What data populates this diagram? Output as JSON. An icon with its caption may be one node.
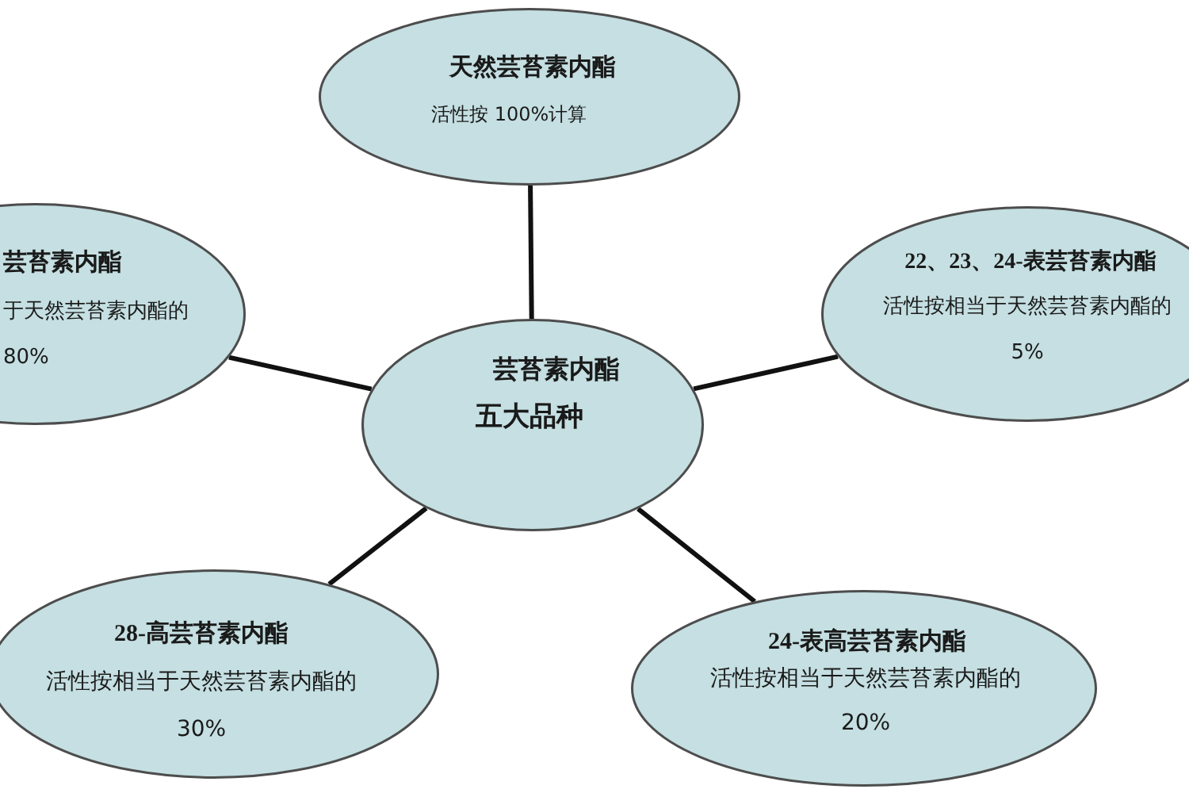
{
  "diagram": {
    "nodes": [
      {
        "text": [
          "天然芸苔素内酯",
          "活性按 100%计算"
        ]
      },
      {
        "text": [
          "芸苔素内酯",
          "于天然芸苔素内酯的80%"
        ]
      },
      {
        "text": [
          "芸苔素内酯",
          "五大品种"
        ]
      },
      {
        "text": [
          "22、23、24-表芸苔素内酯",
          "活性按相当于天然芸苔素内酯的5%"
        ]
      },
      {
        "text": [
          "28-高芸苔素内酯",
          "活性按相当于天然芸苔素内酯的30%"
        ]
      },
      {
        "text": [
          "24-表高芸苔素内酯",
          "活性按相当于天然芸苔素内酯的20%"
        ]
      }
    ],
    "edges": [
      {
        "from": 2,
        "to": 0,
        "arrow": "none"
      },
      {
        "from": 2,
        "to": 1,
        "arrow": "none"
      },
      {
        "from": 2,
        "to": 3,
        "arrow": "none"
      },
      {
        "from": 2,
        "to": 4,
        "arrow": "none"
      },
      {
        "from": 2,
        "to": 5,
        "arrow": "none"
      }
    ]
  }
}
